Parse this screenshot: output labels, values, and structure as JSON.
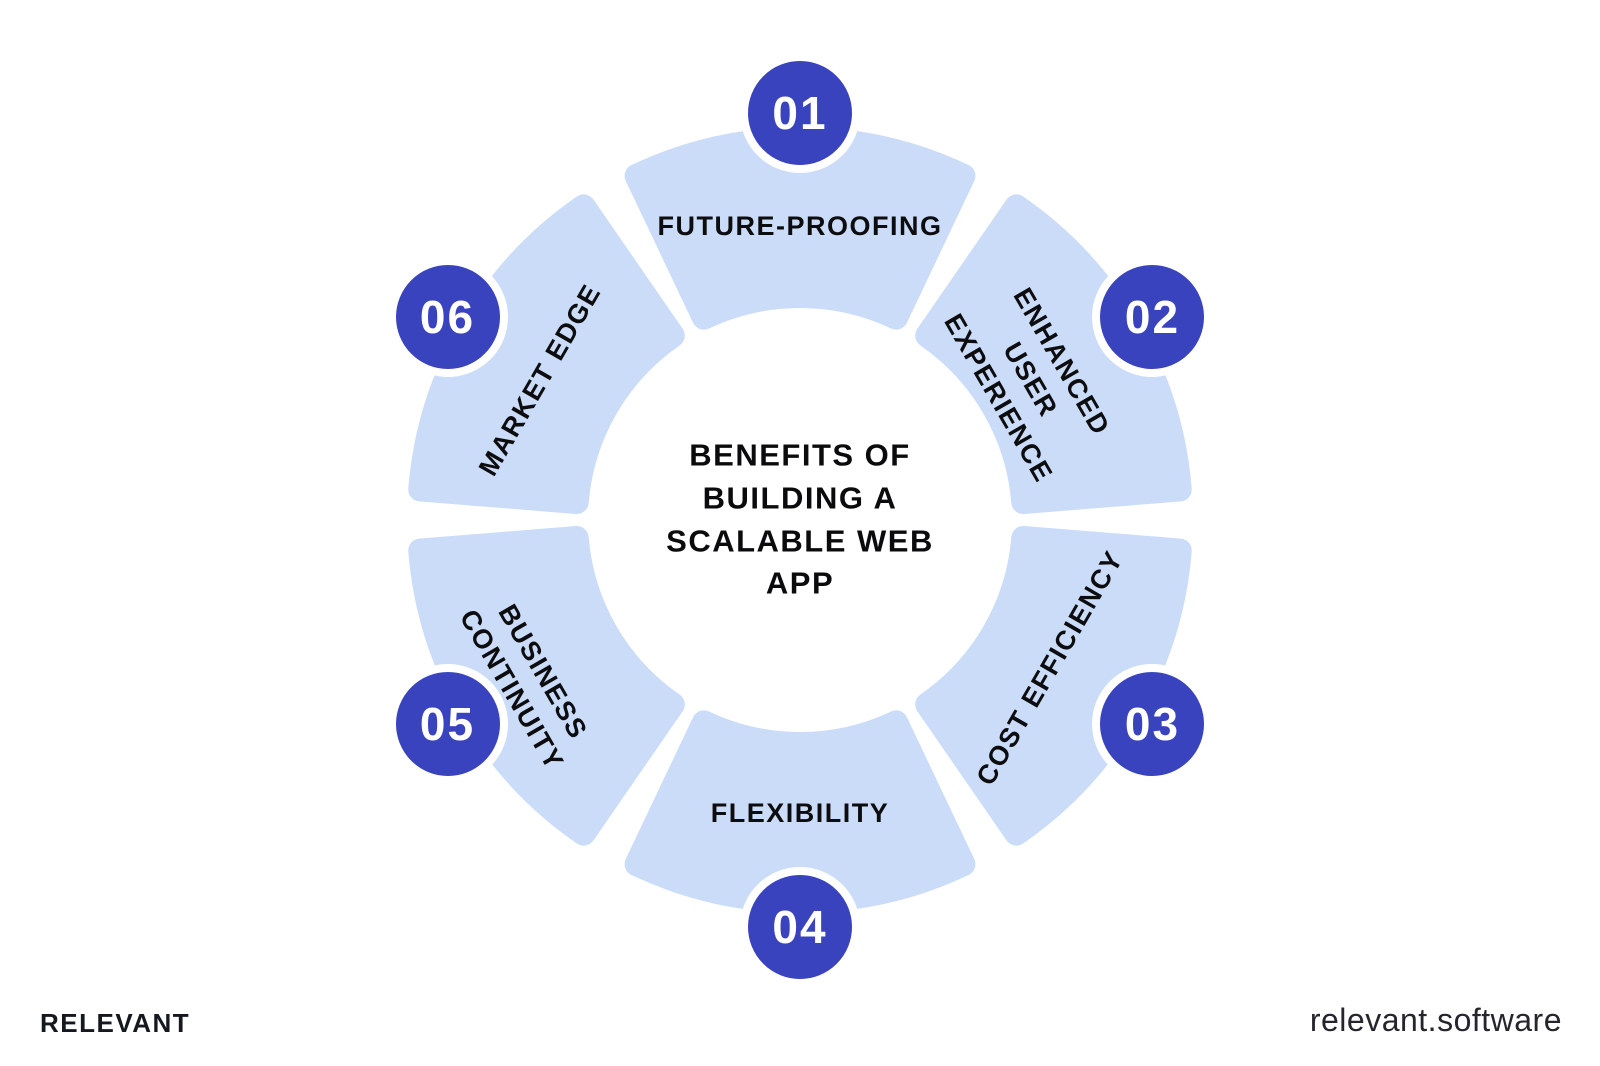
{
  "title": "BENEFITS OF\nBUILDING A\nSCALABLE WEB\nAPP",
  "colors": {
    "segment_fill": "#CBDCF8",
    "badge_fill": "#3A43BE",
    "badge_ring": "#FFFFFF",
    "badge_text": "#FFFFFF",
    "label_text": "#0D0D10"
  },
  "items": [
    {
      "number": "01",
      "label": "FUTURE-PROOFING"
    },
    {
      "number": "02",
      "label": "ENHANCED\nUSER\nEXPERIENCE"
    },
    {
      "number": "03",
      "label": "COST EFFICIENCY"
    },
    {
      "number": "04",
      "label": "FLEXIBILITY"
    },
    {
      "number": "05",
      "label": "BUSINESS\nCONTINUITY"
    },
    {
      "number": "06",
      "label": "MARKET EDGE"
    }
  ],
  "footer": {
    "brand": "RELEVANT",
    "website": "relevant.software"
  }
}
